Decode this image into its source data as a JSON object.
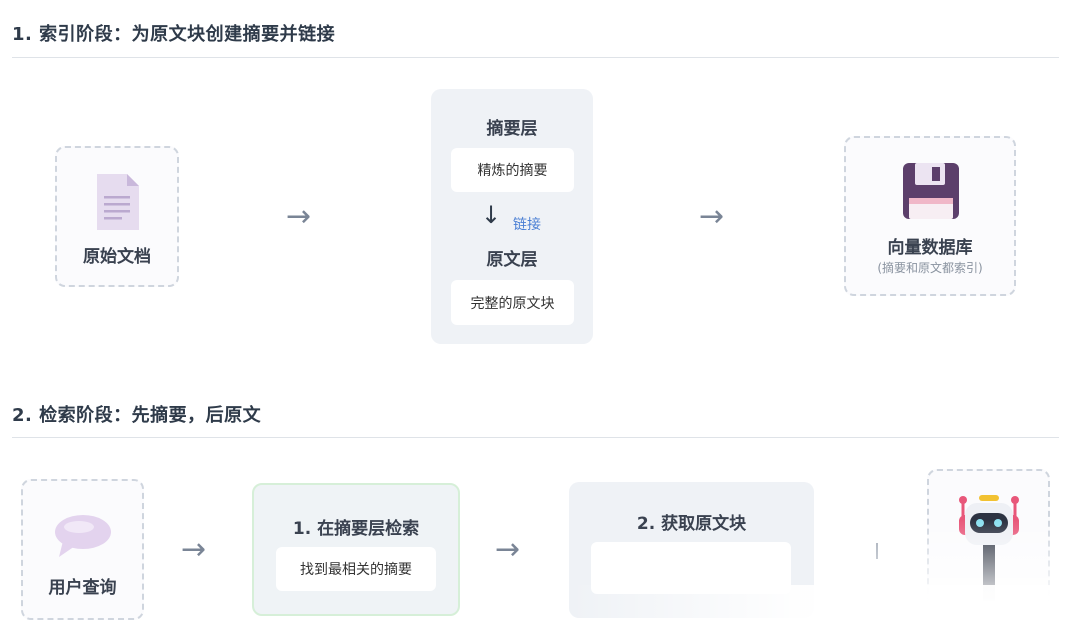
{
  "section1": {
    "title": "1. 索引阶段：为原文块创建摘要并链接",
    "source": {
      "label": "原始文档",
      "icon": "document-icon"
    },
    "summary_layer": {
      "title": "摘要层",
      "card": "精炼的摘要"
    },
    "link_label": "链接",
    "original_layer": {
      "title": "原文层",
      "card": "完整的原文块"
    },
    "vector_db": {
      "label": "向量数据库",
      "sublabel": "(摘要和原文都索引)",
      "icon": "floppy-disk-icon"
    }
  },
  "section2": {
    "title": "2. 检索阶段：先摘要，后原文",
    "user_query": {
      "label": "用户查询",
      "icon": "speech-bubble-icon"
    },
    "step1": {
      "title": "1. 在摘要层检索",
      "card": "找到最相关的摘要"
    },
    "step2": {
      "title": "2. 获取原文块",
      "card": ""
    },
    "robot": {
      "icon": "robot-icon"
    }
  },
  "colors": {
    "accent_link": "#4a7fd4",
    "floppy_body": "#5c3f6b",
    "floppy_label": "#f0b7c8",
    "robot_accent": "#e8577a",
    "robot_antenna": "#f2c232"
  }
}
